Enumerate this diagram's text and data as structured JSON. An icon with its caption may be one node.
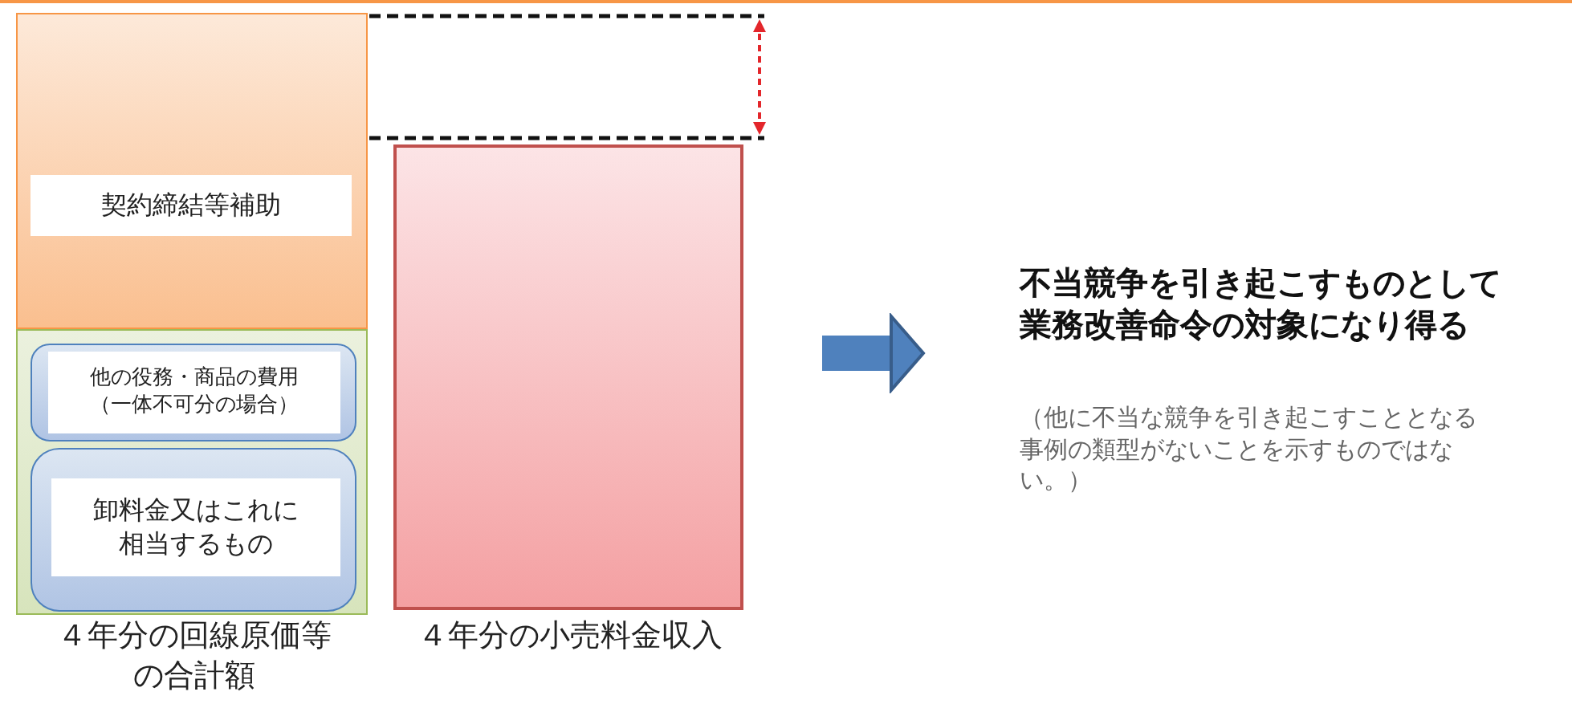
{
  "diagram": {
    "nodes": [
      {
        "text": [
          "契約締結等補助"
        ]
      },
      {
        "text": [],
        "shape": "box",
        "beside": [
          "４年分の回線原価等の合計額"
        ]
      },
      {
        "text": [
          "他の役務・商品の費用（一体不可分の場合）"
        ],
        "in": 1
      },
      {
        "text": [
          "卸料金又はこれに相当するもの"
        ],
        "in": 1
      },
      {
        "text": [],
        "shape": "bar",
        "beside": [
          "４年分の小売料金収入"
        ]
      },
      {
        "text": [
          "不当競争を引き起こすものとして業務改善命令の対象になり得る",
          "（他に不当な競争を引き起こすこととなる事例の類型がないことを示すものではない。）"
        ]
      }
    ],
    "edges": [
      {
        "from": null,
        "to": 5,
        "arrow": "to"
      }
    ]
  }
}
